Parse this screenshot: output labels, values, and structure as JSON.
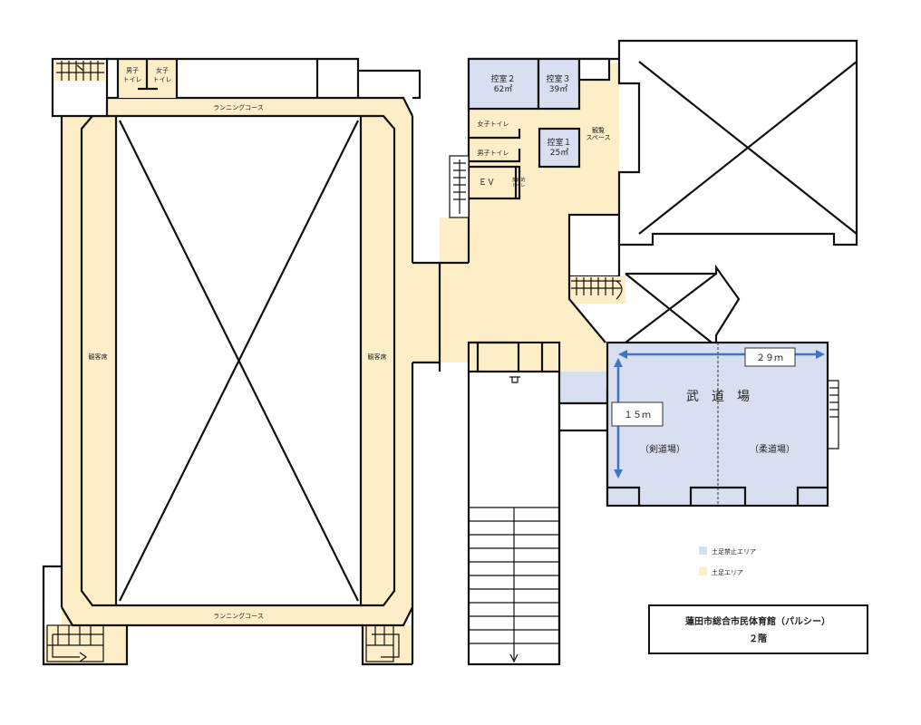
{
  "colors": {
    "no_shoes_area": "#cfe2f5",
    "shoes_area": "#fdeec8",
    "dojo_fill": "#d8dff0",
    "dimension_arrow": "#4472c4"
  },
  "arena": {
    "running_course_top": "ランニングコース",
    "running_course_bottom": "ランニングコース",
    "seats_left": "観客席",
    "seats_right": "観客席",
    "mens_toilet_top": [
      "男子",
      "トイレ"
    ],
    "womens_toilet_top": [
      "女子",
      "トイレ"
    ]
  },
  "rooms": {
    "waiting2": {
      "name": "控室２",
      "area": "62㎡"
    },
    "waiting3": {
      "name": "控室３",
      "area": "39㎡"
    },
    "waiting1": {
      "name": "控室１",
      "area": "25㎡"
    },
    "womens_toilet": "女子トイレ",
    "mens_toilet": "男子トイレ",
    "elevator": "ＥＶ",
    "multipurpose_toilet": [
      "多目的",
      "トイレ"
    ],
    "viewing_space": [
      "観覧",
      "スペース"
    ]
  },
  "dojo": {
    "title": "武　道　場",
    "kendo": "（剣道場）",
    "judo": "（柔道場）",
    "width_label": "２９ｍ",
    "depth_label": "１５ｍ"
  },
  "legend": [
    {
      "label": "土足禁止エリア"
    },
    {
      "label": "土足エリア"
    }
  ],
  "title_box": {
    "line1": "蓮田市総合市民体育館（パルシー）",
    "line2": "２階"
  }
}
